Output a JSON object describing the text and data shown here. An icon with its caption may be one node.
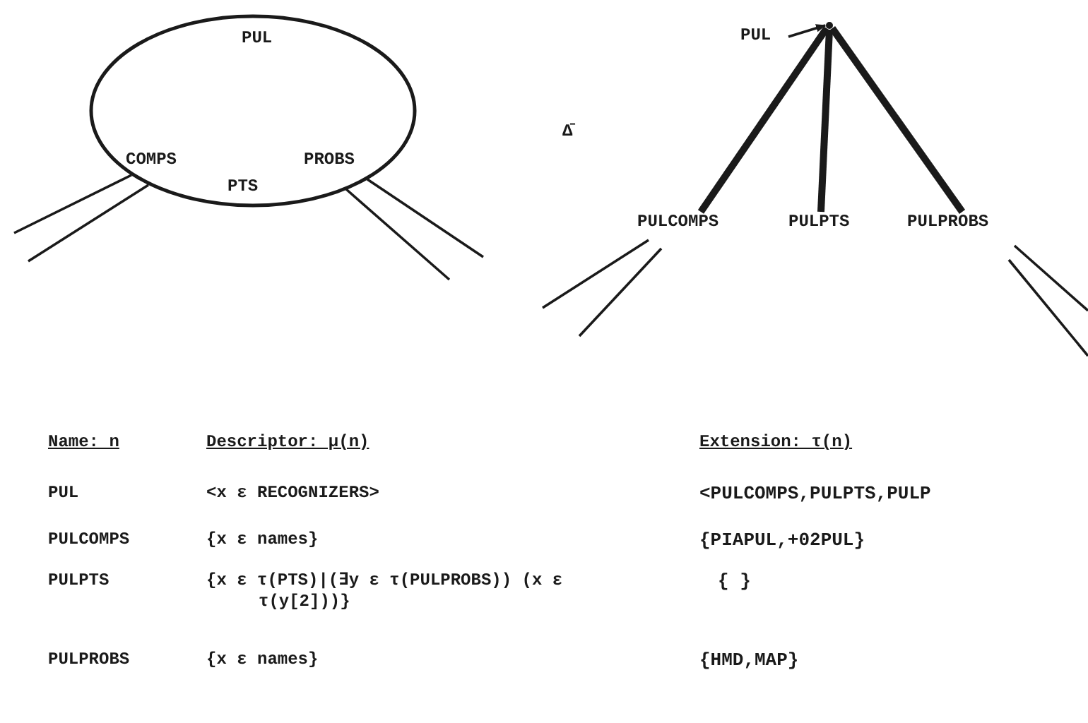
{
  "diagram": {
    "nodes": [
      {
        "text": [
          "PUL",
          "COMPS",
          "PTS",
          "PROBS"
        ]
      },
      {
        "text": [
          "PUL"
        ]
      },
      {
        "text": [],
        "shape": "dot"
      },
      {
        "text": [
          "PULCOMPS"
        ]
      },
      {
        "text": [
          "PULPTS"
        ]
      },
      {
        "text": [
          "PULPROBS"
        ]
      }
    ],
    "edges": [
      {
        "from": 0,
        "to": null,
        "arrow": "none"
      },
      {
        "from": 0,
        "to": null,
        "arrow": "none"
      },
      {
        "from": 0,
        "to": null,
        "arrow": "none"
      },
      {
        "from": 0,
        "to": null,
        "arrow": "none"
      },
      {
        "from": 1,
        "to": 2,
        "arrow": "to"
      },
      {
        "from": 2,
        "to": 3,
        "arrow": "none",
        "style": "thick"
      },
      {
        "from": 2,
        "to": 4,
        "arrow": "none",
        "style": "thick"
      },
      {
        "from": 2,
        "to": 5,
        "arrow": "none",
        "style": "thick"
      },
      {
        "from": 3,
        "to": null,
        "arrow": "none"
      },
      {
        "from": 3,
        "to": null,
        "arrow": "none"
      },
      {
        "from": 5,
        "to": null,
        "arrow": "none"
      },
      {
        "from": 5,
        "to": null,
        "arrow": "none"
      }
    ],
    "labels": [
      "Δ̄",
      "Name: n",
      "Descriptor: μ(n)",
      "Extension: τ(n)",
      "PUL",
      "<x ε RECOGNIZERS>",
      "<PULCOMPS,PULPTS,PULP",
      "PULCOMPS",
      "{x ε names}",
      "{PIAPUL,+02PUL}",
      "PULPTS",
      "{x ε τ(PTS)|(∃y ε τ(PULPROBS)) (x ε τ(y[2]))}",
      "{ }",
      "PULPROBS",
      "{x ε names}",
      "{HMD,MAP}"
    ]
  }
}
